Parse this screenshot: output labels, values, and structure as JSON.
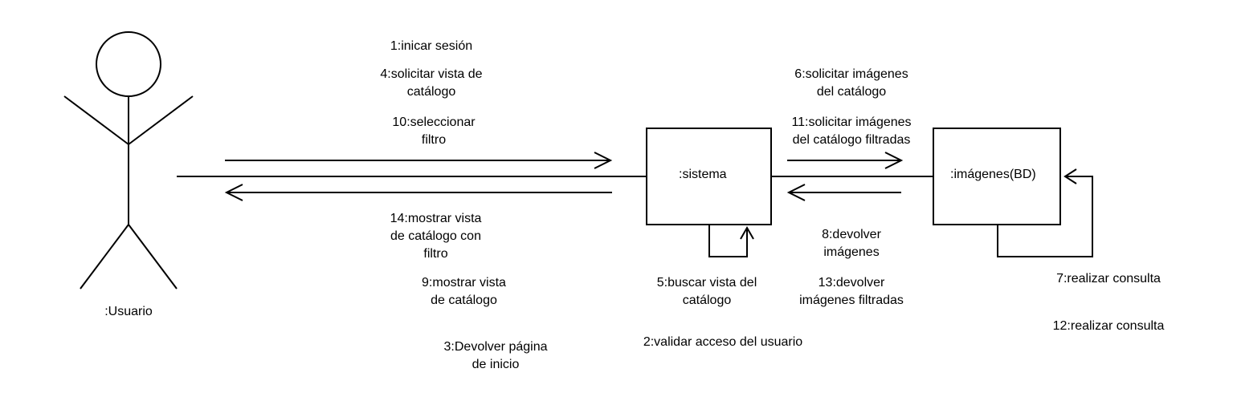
{
  "actor": {
    "label": ":Usuario"
  },
  "objects": {
    "sistema": {
      "label": ":sistema"
    },
    "imagenes": {
      "label": ":imágenes(BD)"
    }
  },
  "messages_usuario_to_sistema": {
    "m1": [
      "1:inicar sesión"
    ],
    "m4": [
      "4:solicitar vista de",
      "catálogo"
    ],
    "m10": [
      "10:seleccionar",
      "filtro"
    ]
  },
  "messages_sistema_to_usuario": {
    "m14": [
      "14:mostrar vista",
      "de catálogo con",
      "filtro"
    ],
    "m9": [
      "9:mostrar vista",
      "de catálogo"
    ],
    "m3": [
      "3:Devolver página",
      "de inicio"
    ]
  },
  "messages_sistema_self": {
    "m5": [
      "5:buscar vista del",
      "catálogo"
    ],
    "m2": [
      "2:validar acceso del usuario"
    ]
  },
  "messages_sistema_to_imagenes": {
    "m6": [
      "6:solicitar imágenes",
      "del catálogo"
    ],
    "m11": [
      "11:solicitar imágenes",
      "del catálogo filtradas"
    ]
  },
  "messages_imagenes_to_sistema": {
    "m8": [
      "8:devolver",
      "imágenes"
    ],
    "m13": [
      "13:devolver",
      "imágenes filtradas"
    ]
  },
  "messages_imagenes_self": {
    "m7": [
      "7:realizar consulta"
    ],
    "m12": [
      "12:realizar consulta"
    ]
  }
}
